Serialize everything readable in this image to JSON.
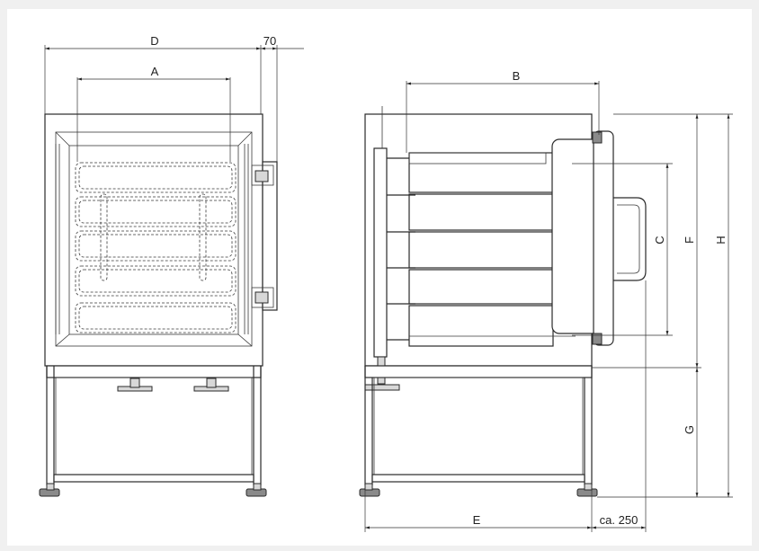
{
  "labels": {
    "D": "D",
    "A": "A",
    "side": "70",
    "B": "B",
    "C": "C",
    "F": "F",
    "H": "H",
    "G": "G",
    "E": "E",
    "door": "ca. 250"
  },
  "colors": {
    "background": "#f0f0f0",
    "panel": "#ffffff",
    "line": "#2a2a2a"
  }
}
